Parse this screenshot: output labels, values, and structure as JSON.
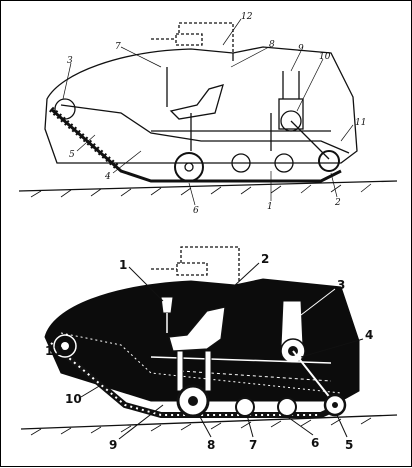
{
  "top_figure": {
    "labels": [
      "12",
      "7",
      "8",
      "9",
      "10",
      "3",
      "5",
      "4",
      "6",
      "1",
      "2",
      "11"
    ]
  },
  "bottom_figure": {
    "labels": [
      "1",
      "2",
      "3",
      "4",
      "11",
      "10",
      "9",
      "8",
      "7",
      "6",
      "5"
    ]
  }
}
